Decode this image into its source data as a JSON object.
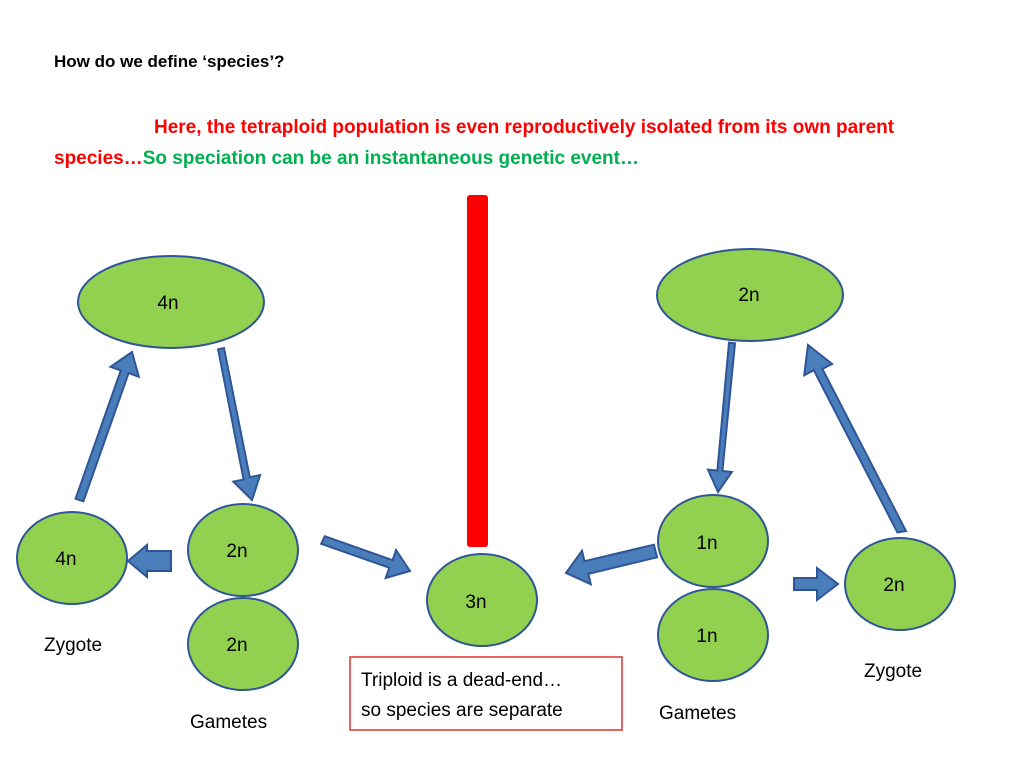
{
  "slide": {
    "title": "How do we define ‘species’?",
    "subtitle_red": "Here, the tetraploid population is even reproductively isolated from its own parent species…",
    "subtitle_green": "So speciation can be an instantaneous  genetic event…"
  },
  "nodes": {
    "tetraploid_adult": "4n",
    "diploid_adult": "2n",
    "tetraploid_zygote": "4n",
    "tetraploid_gamete_1": "2n",
    "tetraploid_gamete_2": "2n",
    "triploid": "3n",
    "diploid_gamete_1": "1n",
    "diploid_gamete_2": "1n",
    "diploid_zygote": "2n"
  },
  "captions": {
    "left_zygote": "Zygote",
    "left_gametes": "Gametes",
    "right_gametes": "Gametes",
    "right_zygote": "Zygote"
  },
  "note_box": {
    "line1": "Triploid is a dead-end…",
    "line2": "so species are separate"
  },
  "colors": {
    "node_fill": "#92d050",
    "node_stroke": "#2f5597",
    "arrow_fill": "#4a7ebb",
    "arrow_stroke": "#2f5597",
    "barrier": "#ff0000",
    "note_border": "#e03030"
  }
}
